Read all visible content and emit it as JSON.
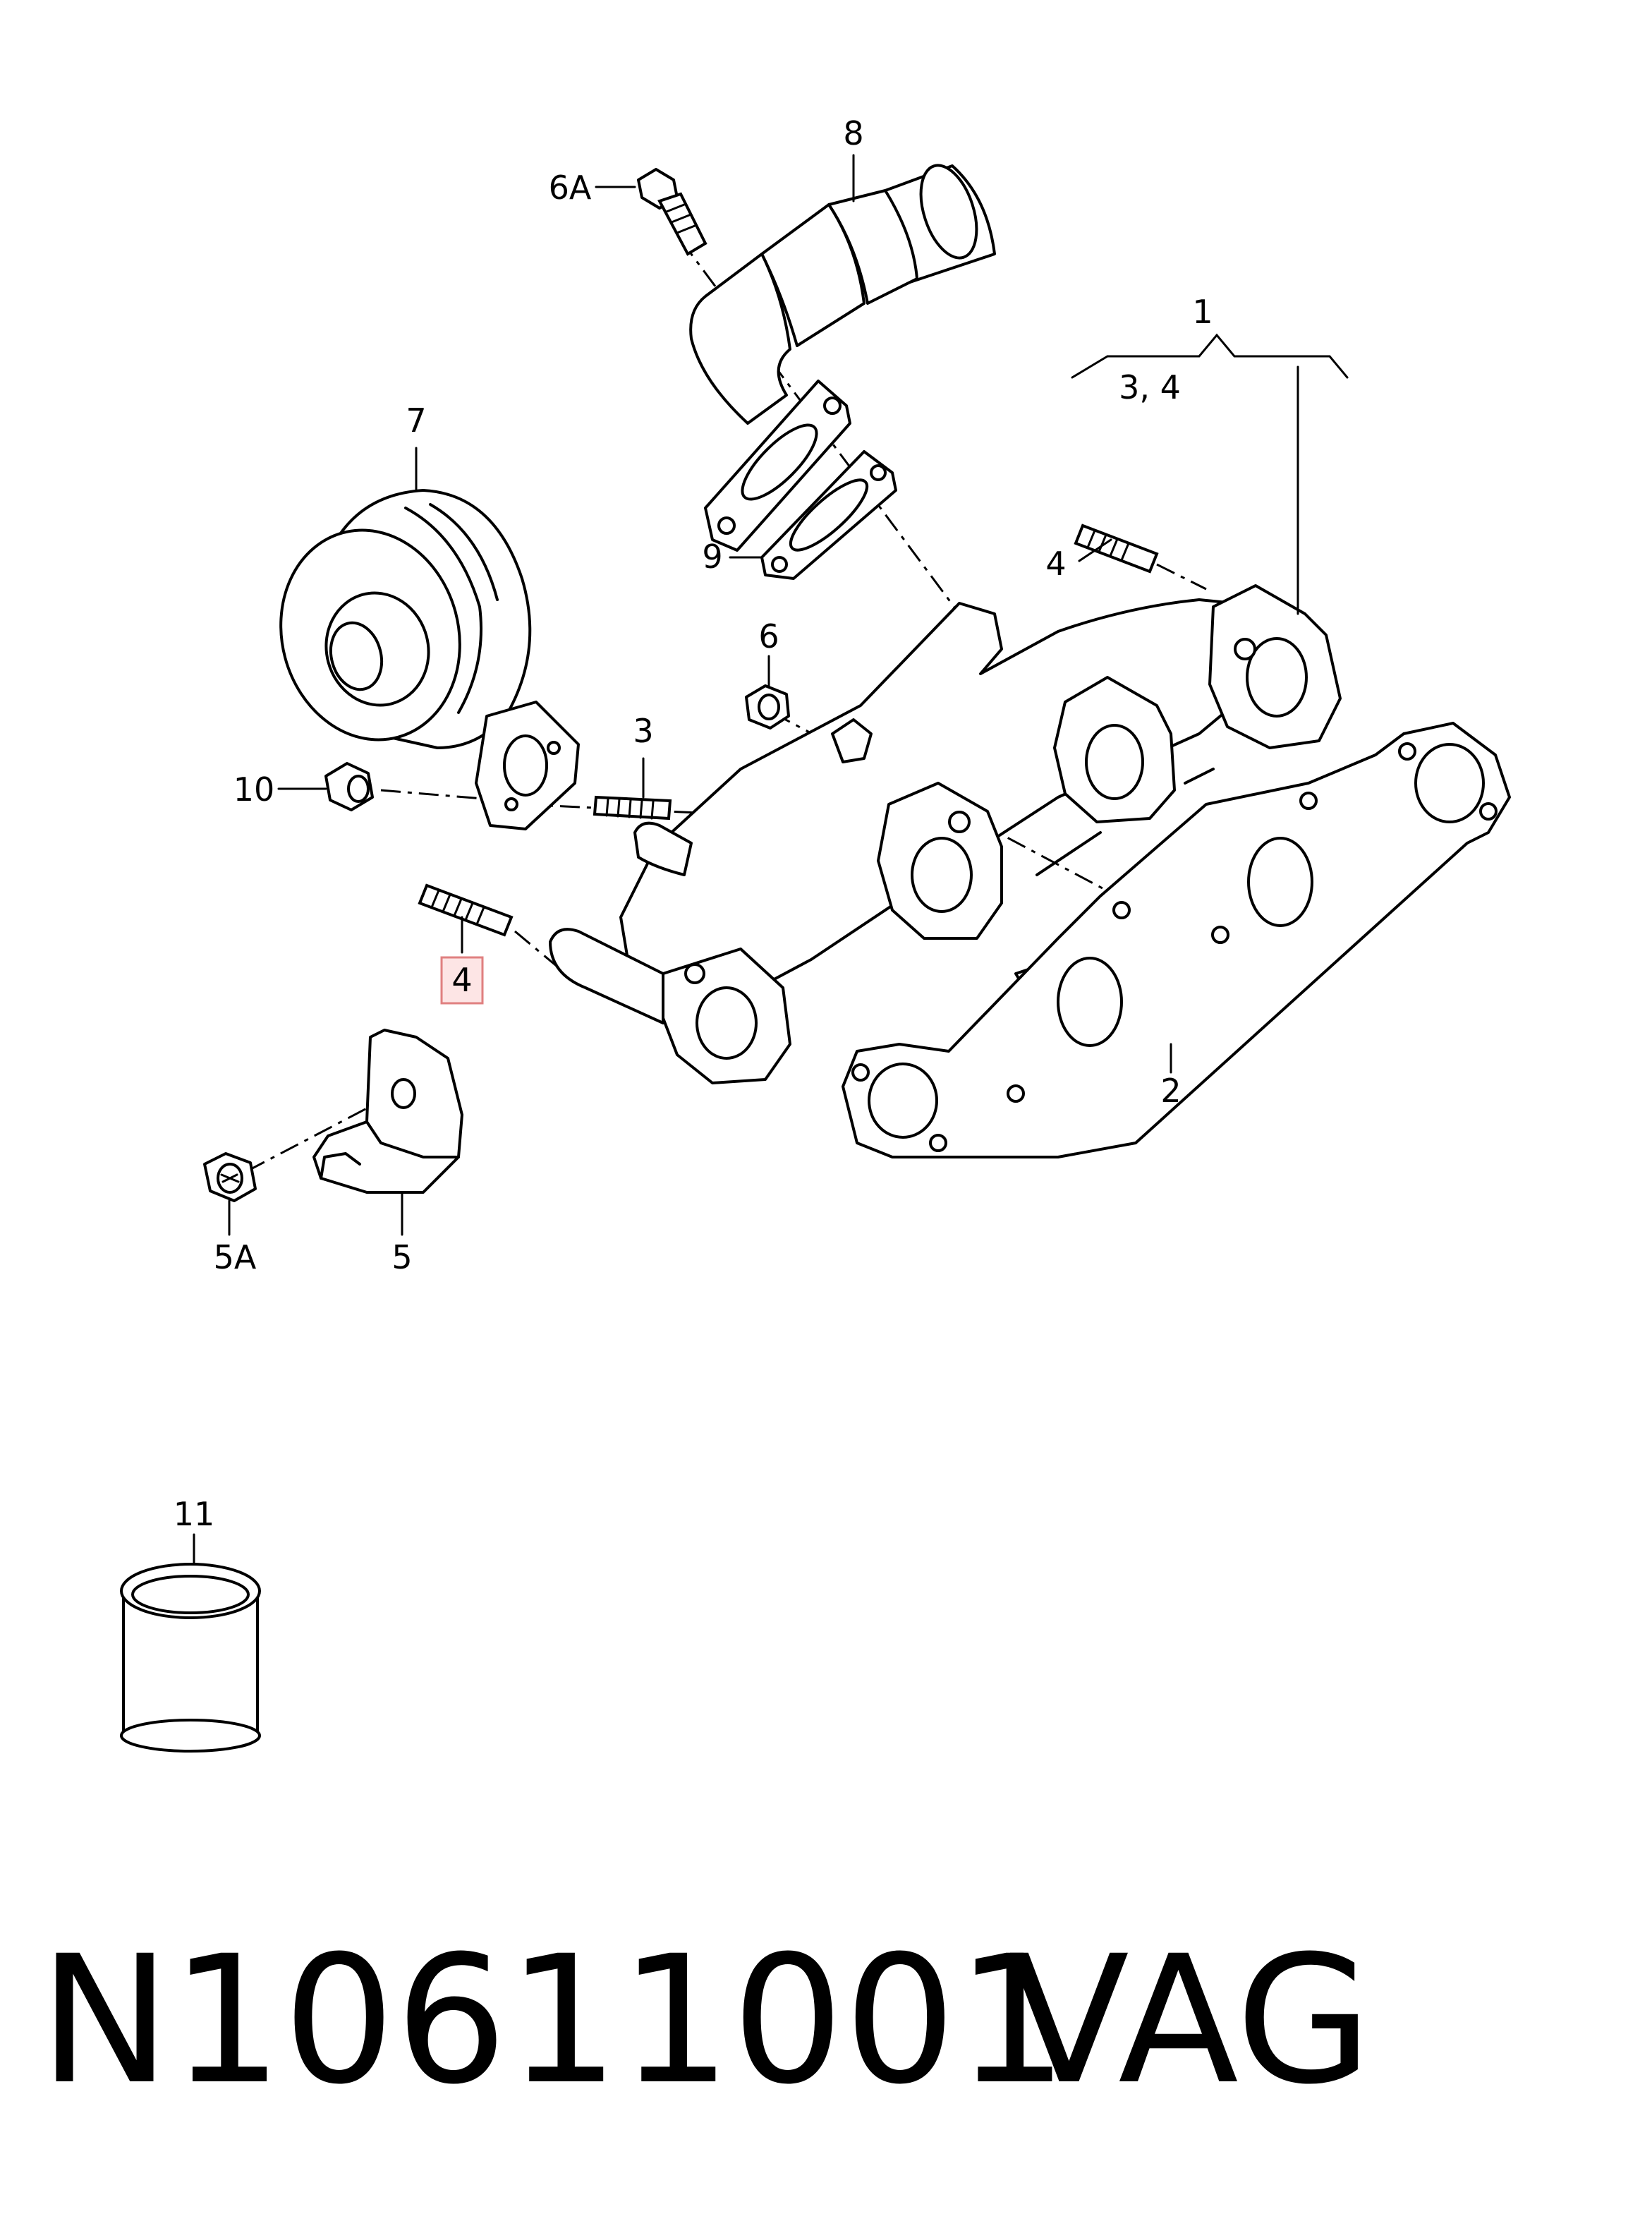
{
  "callouts": {
    "c1": "1",
    "c1_sub": "3, 4",
    "c2": "2",
    "c3": "3",
    "c4_top": "4",
    "c4_highlight": "4",
    "c5": "5",
    "c5a": "5A",
    "c6": "6",
    "c6a": "6A",
    "c7": "7",
    "c8": "8",
    "c9": "9",
    "c10": "10",
    "c11": "11"
  },
  "footer": {
    "part_number": "N10611001",
    "brand": "VAG"
  },
  "colors": {
    "highlight_fill": "#fde5e5",
    "highlight_stroke": "#e08080",
    "ink": "#000000"
  }
}
